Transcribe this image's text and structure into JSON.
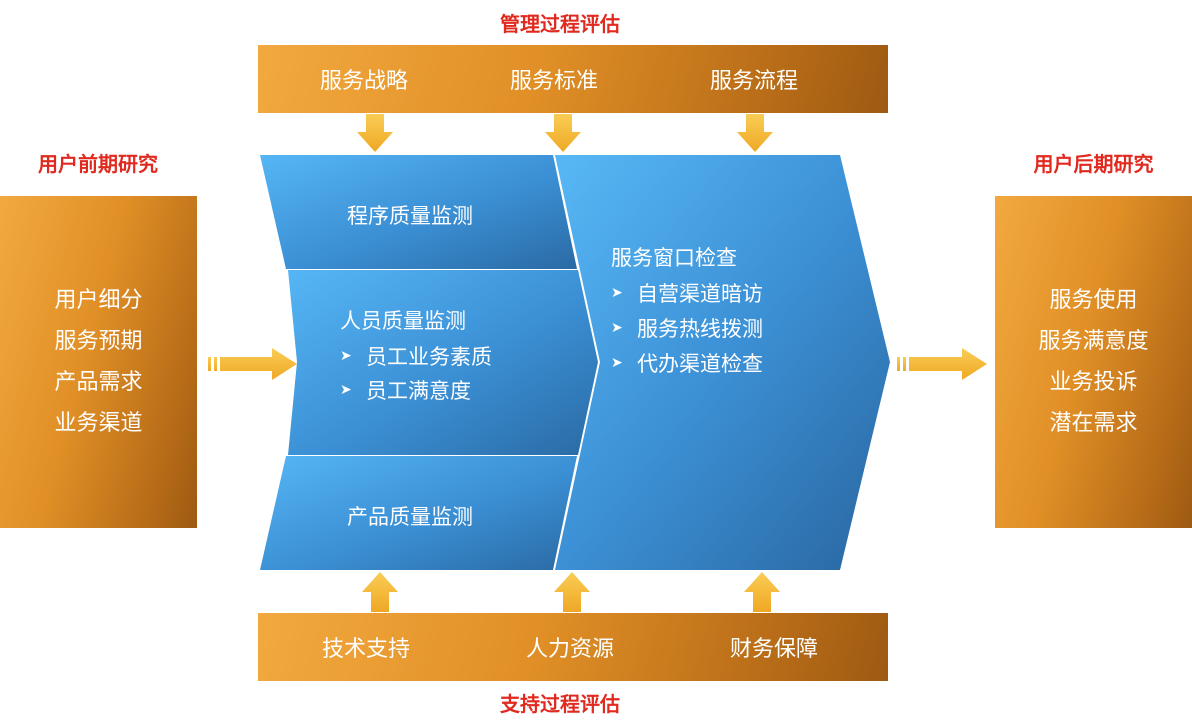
{
  "top": {
    "title": "管理过程评估",
    "items": [
      "服务战略",
      "服务标准",
      "服务流程"
    ]
  },
  "bottom": {
    "title": "支持过程评估",
    "items": [
      "技术支持",
      "人力资源",
      "财务保障"
    ]
  },
  "left": {
    "title": "用户前期研究",
    "items": [
      "用户细分",
      "服务预期",
      "产品需求",
      "业务渠道"
    ]
  },
  "right": {
    "title": "用户后期研究",
    "items": [
      "服务使用",
      "服务满意度",
      "业务投诉",
      "潜在需求"
    ]
  },
  "center": {
    "program_quality": "程序质量监测",
    "staff_quality": {
      "heading": "人员质量监测",
      "bullets": [
        "员工业务素质",
        "员工满意度"
      ]
    },
    "product_quality": "产品质量监测",
    "service_window": {
      "heading": "服务窗口检查",
      "bullets": [
        "自营渠道暗访",
        "服务热线拨测",
        "代办渠道检查"
      ]
    }
  },
  "colors": {
    "title_red": "#e02a1f",
    "orange_light": "#f2a93f",
    "orange_dark": "#9d5a12",
    "blue_light": "#4fb0f2",
    "blue_dark": "#2b6da8",
    "arrow_yellow": "#f4bb3a"
  },
  "icons": {
    "bullet": "chevron-right-icon",
    "flow_arrow": "arrow-right-icon"
  }
}
